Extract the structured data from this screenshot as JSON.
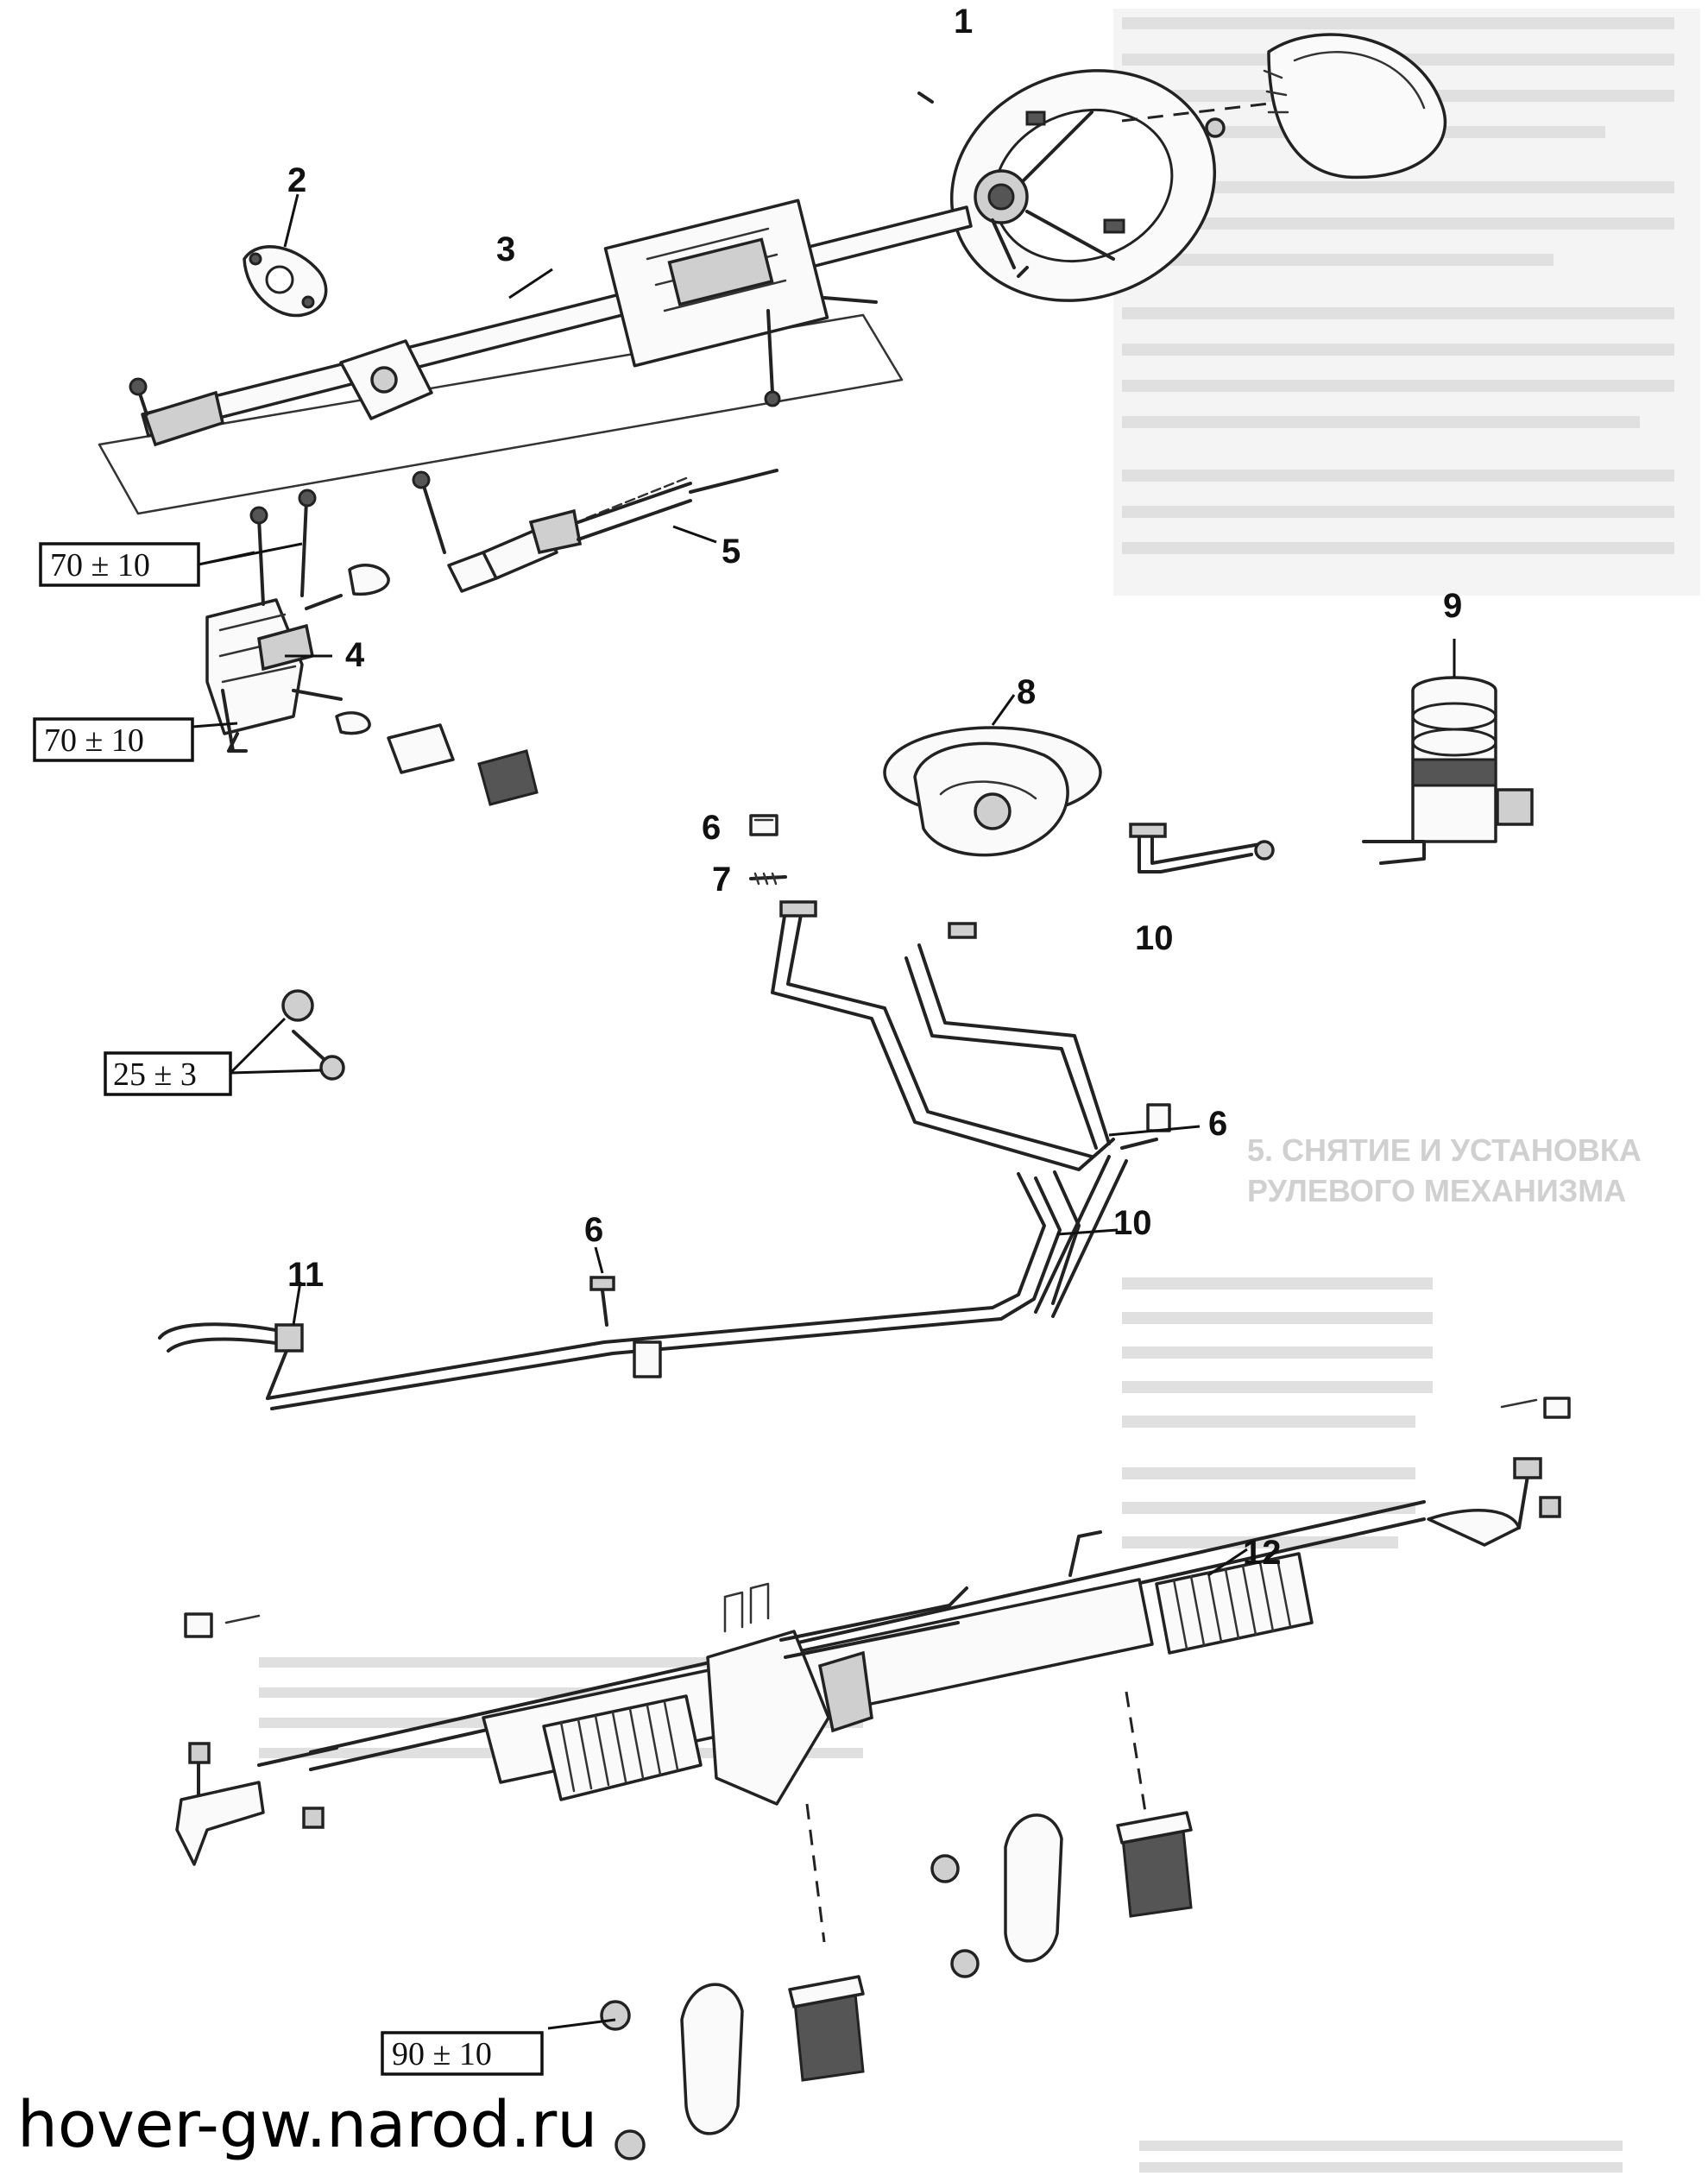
{
  "diagram": {
    "callouts": {
      "c1": "1",
      "c2": "2",
      "c3": "3",
      "c4": "4",
      "c5": "5",
      "c6a": "6",
      "c6b": "6",
      "c6c": "6",
      "c7": "7",
      "c8": "8",
      "c9": "9",
      "c10a": "10",
      "c10b": "10",
      "c11": "11",
      "c12": "12"
    },
    "torques": {
      "t1": "70 ± 10",
      "t2": "70 ± 10",
      "t3": "25 ± 3",
      "t4": "90 ± 10"
    },
    "background_text": {
      "heading_line1": "5. СНЯТИЕ И УСТАНОВКА",
      "heading_line2": "РУЛЕВОГО МЕХАНИЗМА"
    }
  },
  "watermark": "hover-gw.narod.ru",
  "colors": {
    "ink": "#222222",
    "paper": "#ffffff",
    "ghost": "#d6d6d6"
  }
}
